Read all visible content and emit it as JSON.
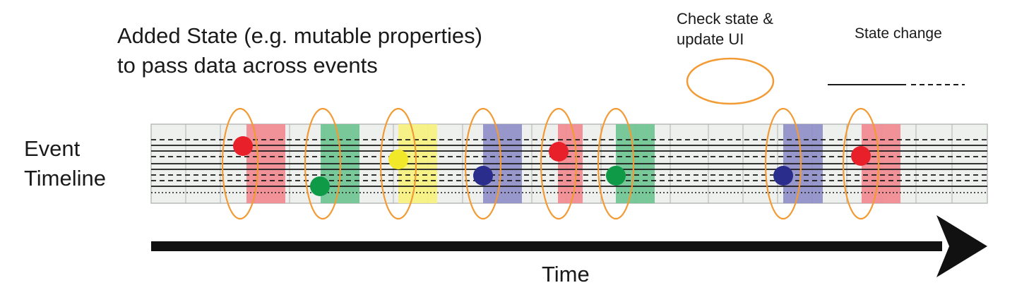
{
  "title": {
    "line1": "Added State (e.g. mutable properties)",
    "line2": "to pass data across events"
  },
  "legend": {
    "check_label_line1": "Check state &",
    "check_label_line2": "update UI",
    "state_change_label": "State change",
    "oval_color": "#f29b35"
  },
  "timeline": {
    "label_line1": "Event",
    "label_line2": "Timeline"
  },
  "axis": {
    "label": "Time"
  },
  "colors": {
    "red": "#e8202a",
    "green": "#0f9a48",
    "yellow": "#f2e82a",
    "blue": "#2a2d8c",
    "band_red": "#f08a8f",
    "band_green": "#6fc493",
    "band_yellow": "#f7f27e",
    "band_blue": "#8f8fc8",
    "grid_fill": "#eef0ee",
    "grid_line": "#b8bcb8",
    "oval": "#f29b35"
  },
  "events": [
    {
      "color": "red"
    },
    {
      "color": "green"
    },
    {
      "color": "yellow"
    },
    {
      "color": "blue"
    },
    {
      "color": "red"
    },
    {
      "color": "green"
    },
    {
      "color": "blue"
    },
    {
      "color": "red"
    }
  ]
}
